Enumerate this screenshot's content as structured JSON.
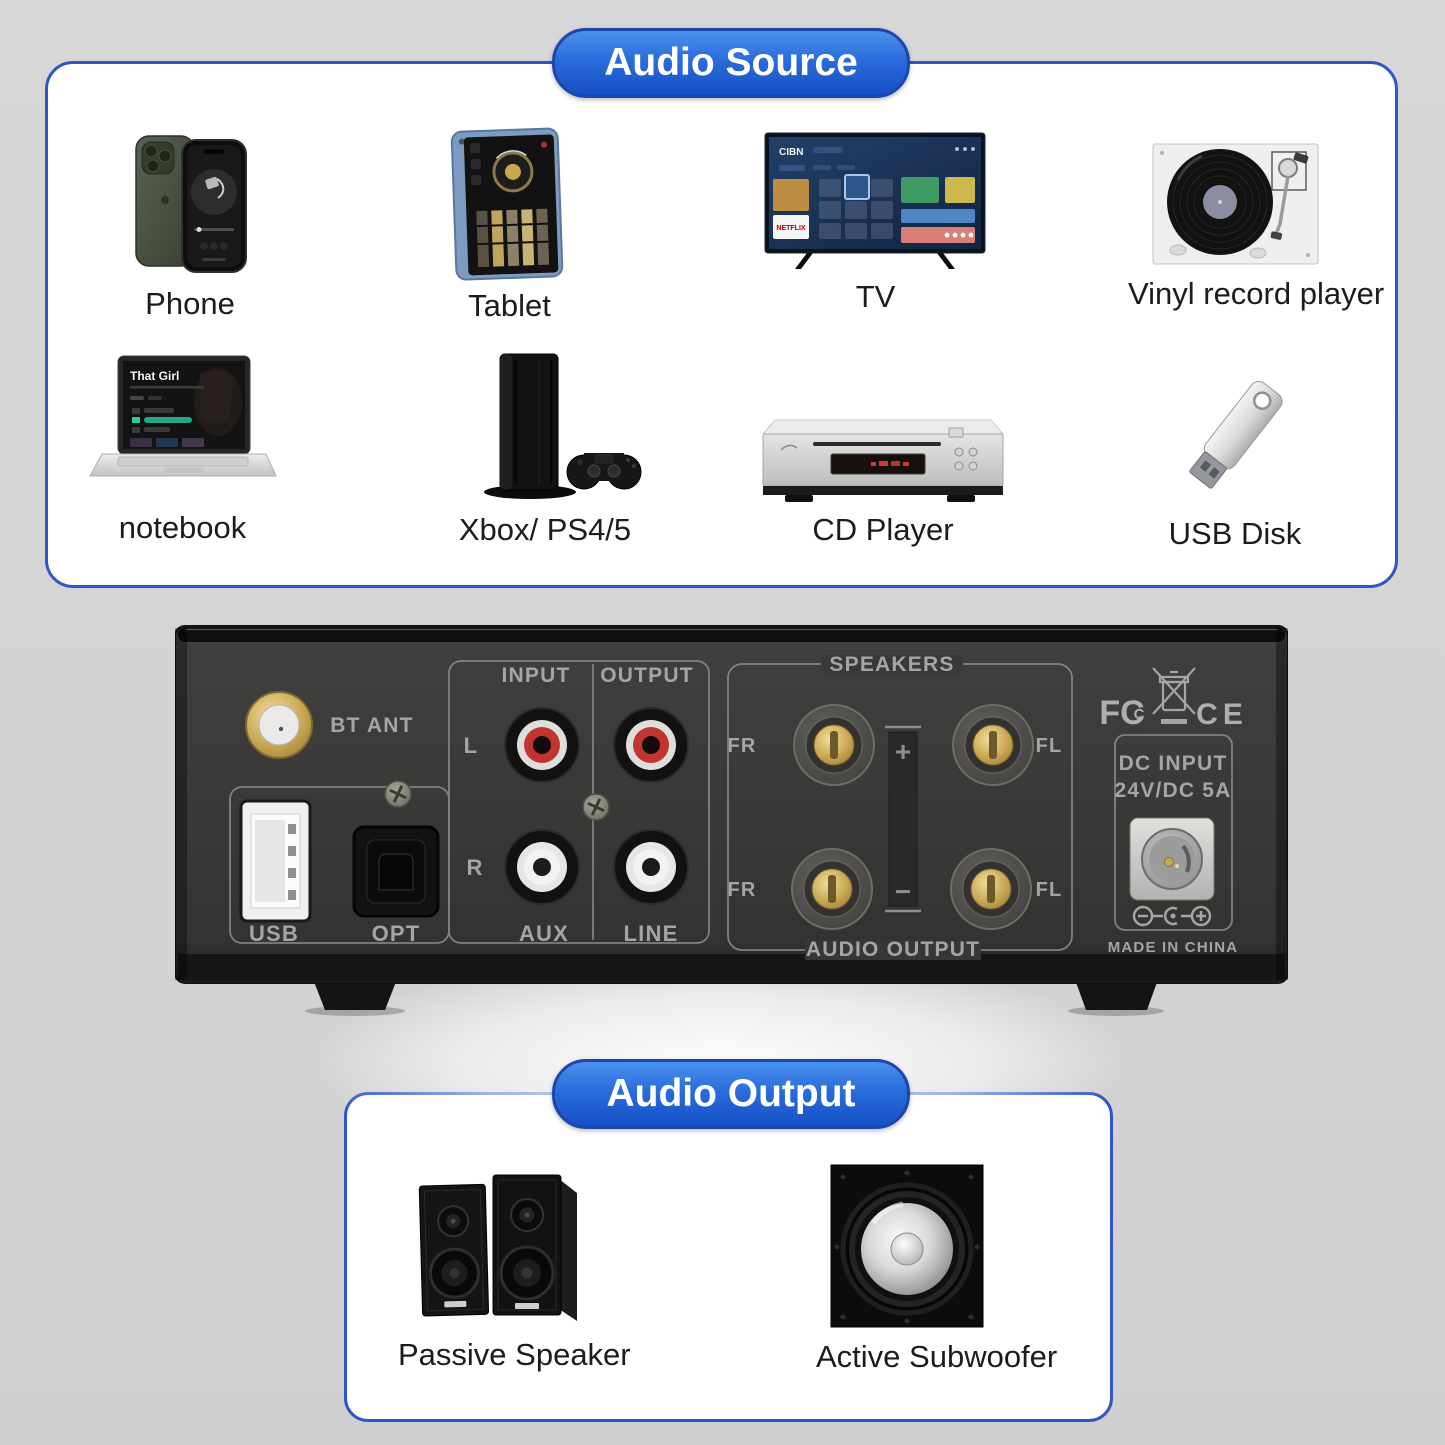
{
  "audio_source": {
    "title": "Audio Source",
    "items": [
      {
        "label": "Phone"
      },
      {
        "label": "Tablet"
      },
      {
        "label": "TV"
      },
      {
        "label": "Vinyl record player"
      },
      {
        "label": "notebook"
      },
      {
        "label": "Xbox/ PS4/5"
      },
      {
        "label": "CD Player"
      },
      {
        "label": "USB Disk"
      }
    ]
  },
  "audio_output": {
    "title": "Audio Output",
    "items": [
      {
        "label": "Passive Speaker"
      },
      {
        "label": "Active Subwoofer"
      }
    ]
  },
  "amplifier": {
    "bt_ant": "BT ANT",
    "input_header": "INPUT",
    "output_header": "OUTPUT",
    "left_channel": "L",
    "right_channel": "R",
    "usb": "USB",
    "opt": "OPT",
    "aux": "AUX",
    "line": "LINE",
    "speakers_header": "SPEAKERS",
    "fr": "FR",
    "fl": "FL",
    "plus": "+",
    "minus": "−",
    "audio_output_label": "AUDIO OUTPUT",
    "dc_input_line1": "DC INPUT",
    "dc_input_line2": "24V/DC 5A",
    "made_in": "MADE IN CHINA",
    "certifications": {
      "fcc_outer": "FC",
      "fcc_inner": "C",
      "ce": "CE"
    }
  },
  "device_details": {
    "notebook_screen_title": "That Girl",
    "tv_brand": "CIBN",
    "tv_app": "NETFLIX"
  },
  "colors": {
    "accent_blue": "#1f5ed2",
    "card_border": "#2e56c9",
    "panel_text": "#a5a5a3"
  }
}
